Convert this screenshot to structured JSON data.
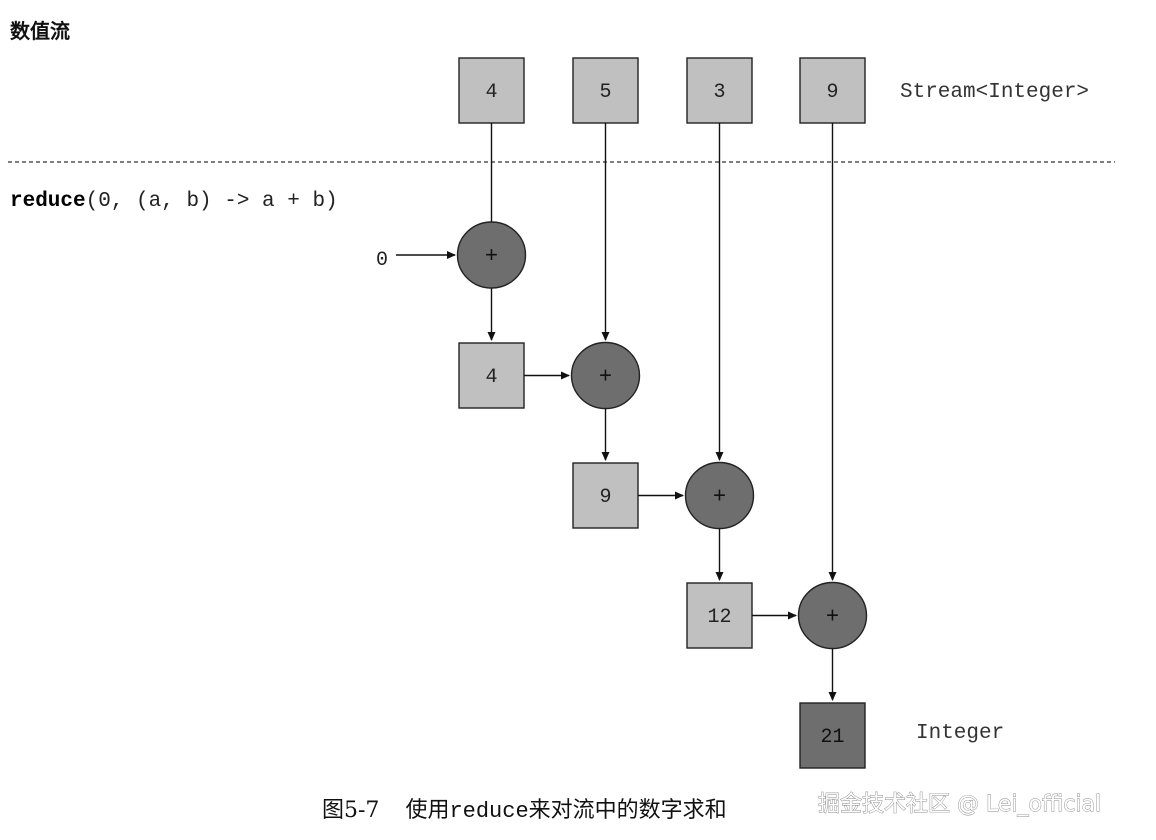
{
  "title": "数值流",
  "stream": {
    "values": [
      "4",
      "5",
      "3",
      "9"
    ],
    "label": "Stream<Integer>"
  },
  "operation": {
    "method": "reduce",
    "args": "(0, (a, b) -> a + b)",
    "initial": "0",
    "operator": "+"
  },
  "partial_results": [
    "4",
    "9",
    "12"
  ],
  "result": {
    "value": "21",
    "label": "Integer"
  },
  "caption": {
    "prefix": "图5-7",
    "before": "使用",
    "code": "reduce",
    "after": "来对流中的数字求和"
  },
  "watermark": "掘金技术社区 @ Lei_official",
  "colors": {
    "box_fill": "#c0c0c0",
    "operator_fill": "#6e6e6e",
    "result_fill": "#6e6e6e"
  }
}
